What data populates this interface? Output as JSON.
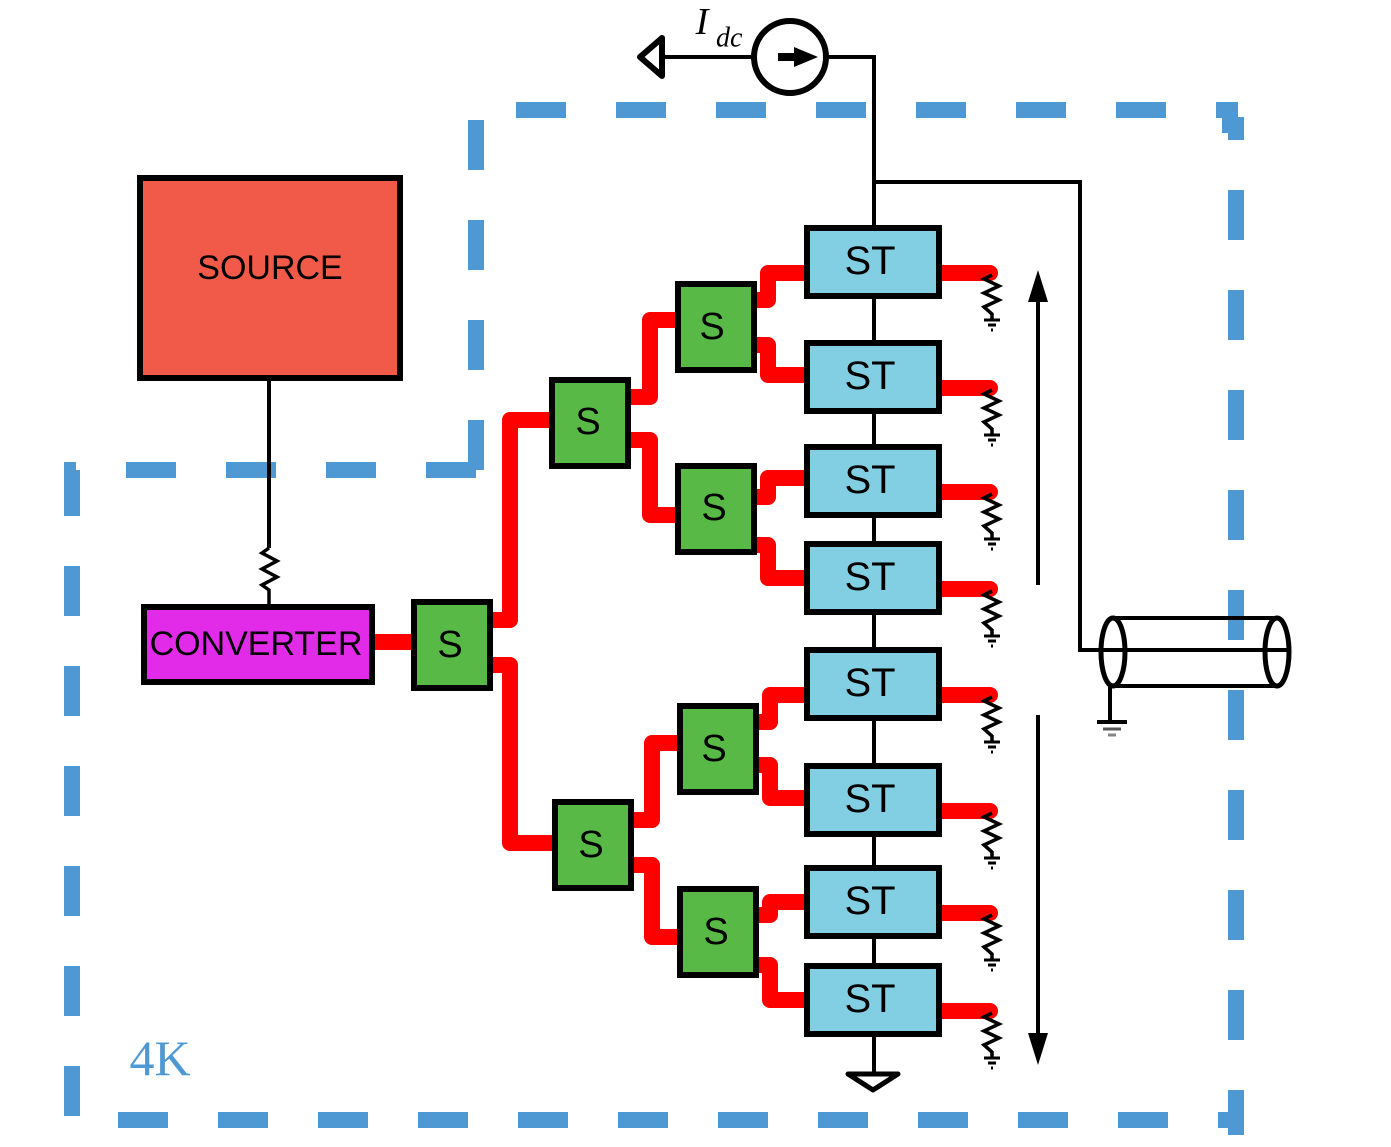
{
  "diagram": {
    "title": "Cryogenic readout chain schematic",
    "labels": {
      "source": "SOURCE",
      "converter": "CONVERTER",
      "splitter": "S",
      "stage": "ST",
      "current_source": "I",
      "current_source_sub": "dc",
      "temperature_stage": "4K"
    },
    "colors": {
      "source_fill": "#f15a48",
      "converter_fill": "#e22be8",
      "splitter_fill": "#58b947",
      "stage_fill": "#82cfe3",
      "rf_line": "#ff0000",
      "boundary": "#4e98d3",
      "wire": "#000000"
    },
    "splitter_tree": {
      "levels": 3,
      "root": "S",
      "level2": [
        "S",
        "S"
      ],
      "level3": [
        "S",
        "S",
        "S",
        "S"
      ]
    },
    "stages": [
      "ST",
      "ST",
      "ST",
      "ST",
      "ST",
      "ST",
      "ST",
      "ST"
    ],
    "icons": {
      "current_source": "current-source-icon",
      "terminal": "open-triangle-terminal-icon",
      "ground": "ground-icon",
      "resistor": "resistor-icon",
      "coax": "coaxial-cable-icon",
      "arrow_up": "arrow-up-icon",
      "arrow_down": "arrow-down-icon"
    }
  }
}
